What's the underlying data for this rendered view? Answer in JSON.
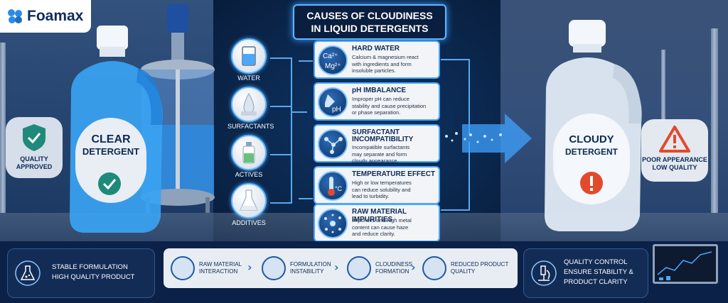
{
  "brand": {
    "name": "Foamax"
  },
  "title": {
    "line1": "CAUSES OF CLOUDINESS",
    "line2": "IN LIQUID DETERGENTS"
  },
  "left_bottle": {
    "label_line1": "CLEAR",
    "label_line2": "DETERGENT"
  },
  "right_bottle": {
    "label_line1": "CLOUDY",
    "label_line2": "DETERGENT"
  },
  "quality_badge": {
    "line1": "QUALITY",
    "line2": "APPROVED"
  },
  "warning_badge": {
    "line1": "POOR APPEARANCE",
    "line2": "LOW QUALITY"
  },
  "ingredients": [
    {
      "label": "WATER",
      "icon": "beaker-water-icon"
    },
    {
      "label": "SURFACTANTS",
      "icon": "droplet-flask-icon"
    },
    {
      "label": "ACTIVES",
      "icon": "green-bottle-icon"
    },
    {
      "label": "ADDITIVES",
      "icon": "flask-icon"
    }
  ],
  "causes": [
    {
      "title": "HARD WATER",
      "title2": "",
      "desc": [
        "Calcium & magnesium react",
        "with ingredients and form",
        "insoluble particles."
      ],
      "icon": "ca-mg-icon"
    },
    {
      "title": "pH IMBALANCE",
      "title2": "",
      "desc": [
        "Improper pH can reduce",
        "stability and cause precipitation",
        "or phase separation."
      ],
      "icon": "ph-dropper-icon"
    },
    {
      "title": "SURFACTANT",
      "title2": "INCOMPATIBILITY",
      "desc": [
        "Incompatible surfactants",
        "may separate and form",
        "cloudy appearance."
      ],
      "icon": "molecule-icon"
    },
    {
      "title": "TEMPERATURE EFFECT",
      "title2": "",
      "desc": [
        "High or low temperatures",
        "can reduce solubility and",
        "lead to turbidity."
      ],
      "icon": "thermometer-icon"
    },
    {
      "title": "RAW MATERIAL IMPURITIES",
      "title2": "",
      "desc": [
        "Impurities and high metal",
        "content can cause haze",
        "and reduce clarity."
      ],
      "icon": "particles-icon"
    }
  ],
  "bottom_left": {
    "line1": "STABLE FORMULATION",
    "line2": "HIGH QUALITY PRODUCT"
  },
  "bottom_steps": [
    {
      "line1": "RAW MATERIAL",
      "line2": "INTERACTION"
    },
    {
      "line1": "FORMULATION",
      "line2": "INSTABILITY"
    },
    {
      "line1": "CLOUDINESS",
      "line2": "FORMATION"
    },
    {
      "line1": "REDUCED PRODUCT",
      "line2": "QUALITY"
    }
  ],
  "bottom_right": {
    "line1": "QUALITY CONTROL",
    "line2": "ENSURE STABILITY &",
    "line3": "PRODUCT CLARITY"
  },
  "colors": {
    "accent": "#4aa8ff",
    "navy": "#0b2147",
    "warning": "#e24a2b",
    "success": "#1f8a7a"
  }
}
